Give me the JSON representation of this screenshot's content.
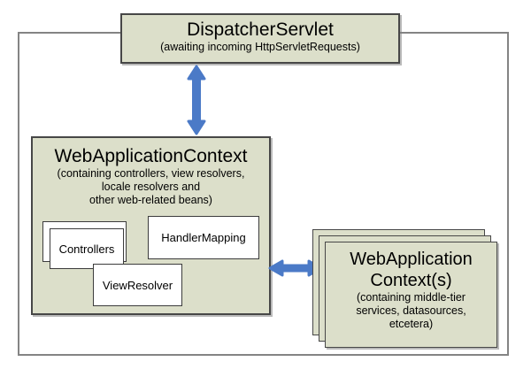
{
  "diagram": {
    "dispatcher_servlet": {
      "title": "DispatcherServlet",
      "subtitle": "(awaiting incoming HttpServletRequests)"
    },
    "web_application_context": {
      "title": "WebApplicationContext",
      "subtitle_lines": [
        "(containing controllers, view resolvers,",
        "locale resolvers and",
        "other web-related beans)"
      ],
      "beans": {
        "controllers": "Controllers",
        "handler_mapping": "HandlerMapping",
        "view_resolver": "ViewResolver"
      }
    },
    "middle_tier_contexts": {
      "title_lines": [
        "WebApplication",
        "Context(s)"
      ],
      "subtitle_lines": [
        "(containing middle-tier",
        "services, datasources,",
        "etcetera)"
      ]
    },
    "colors": {
      "box_fill": "#dcdfca",
      "box_border": "#474747",
      "outer_border": "#848484",
      "arrow_blue": "#4b7ac7"
    }
  }
}
